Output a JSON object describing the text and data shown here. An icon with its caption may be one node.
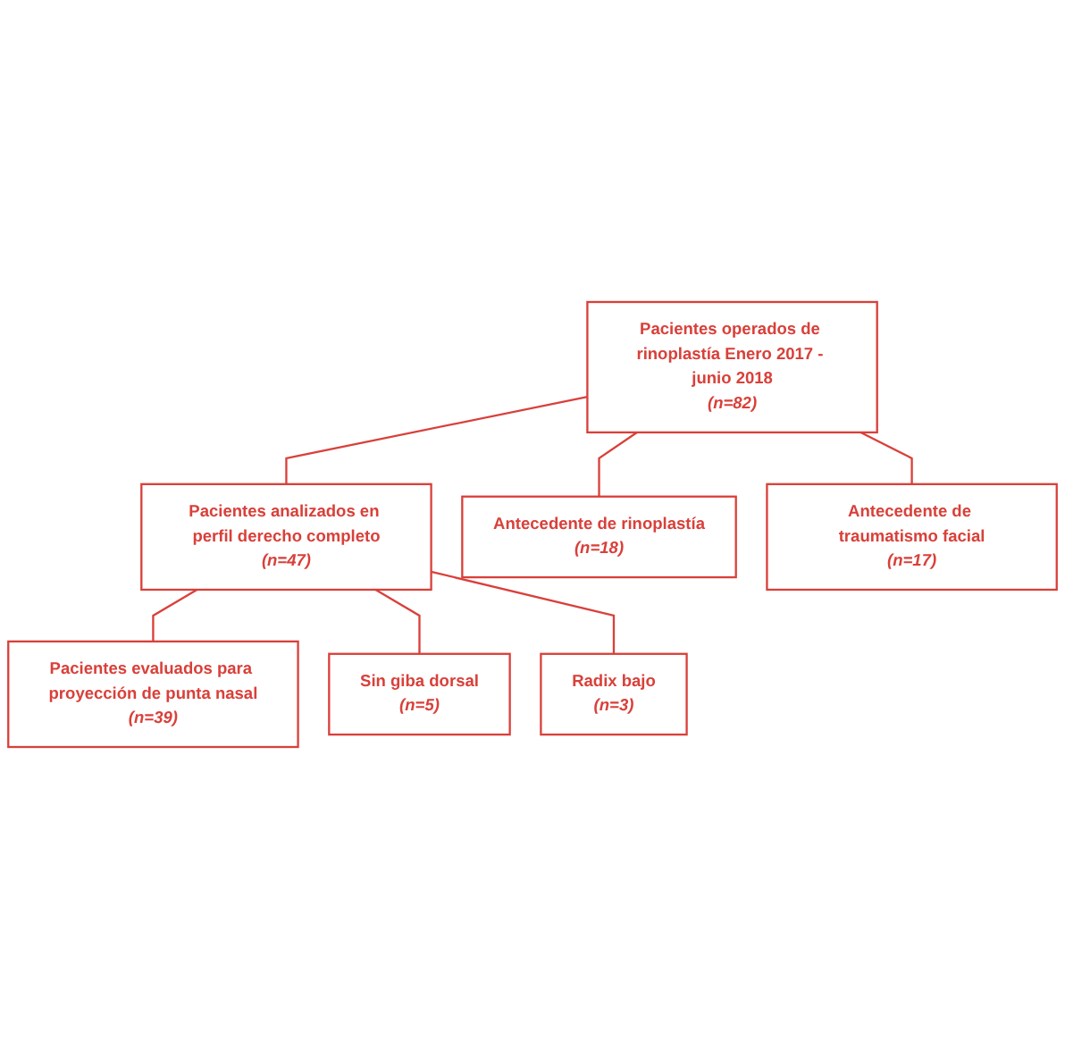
{
  "diagram": {
    "nodes": [
      {
        "text": [
          "Pacientes operados de rinoplastía Enero 2017 - junio 2018",
          "(n=82)"
        ]
      },
      {
        "text": [
          "Antecedente de rinoplastía",
          "(n=18)"
        ]
      },
      {
        "text": [
          "Antecedente de traumatismo facial",
          "(n=17)"
        ]
      },
      {
        "text": [
          "Pacientes analizados en perfil derecho completo",
          "(n=47)"
        ]
      },
      {
        "text": [
          "Sin giba dorsal",
          "(n=5)"
        ]
      },
      {
        "text": [
          "Radix bajo",
          "(n=3)"
        ]
      },
      {
        "text": [
          "Pacientes evaluados para proyección de punta nasal",
          "(n=39)"
        ]
      }
    ],
    "edges": [
      {
        "from": 0,
        "to": 3,
        "arrow": "none"
      },
      {
        "from": 0,
        "to": 1,
        "arrow": "none"
      },
      {
        "from": 0,
        "to": 2,
        "arrow": "none"
      },
      {
        "from": 3,
        "to": 6,
        "arrow": "none"
      },
      {
        "from": 3,
        "to": 4,
        "arrow": "none"
      },
      {
        "from": 3,
        "to": 5,
        "arrow": "none"
      }
    ]
  }
}
